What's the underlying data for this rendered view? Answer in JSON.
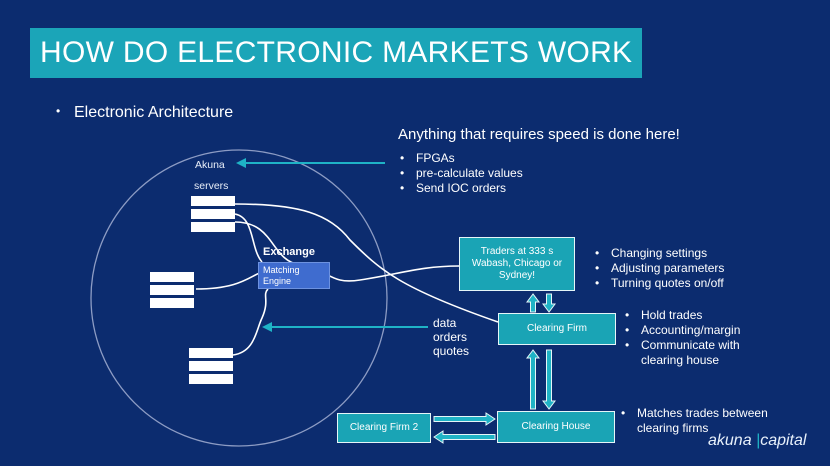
{
  "title": "HOW DO ELECTRONIC MARKETS WORK",
  "main_bullet": "Electronic Architecture",
  "speed_heading": "Anything that requires speed is done here!",
  "speed_bullets": [
    "FPGAs",
    "pre-calculate values",
    "Send IOC orders"
  ],
  "akuna_label": "Akuna",
  "servers_label": "servers",
  "exchange_label": "Exchange",
  "matching_engine": [
    "Matching",
    "Engine"
  ],
  "traders_box": "Traders at 333 s Wabash, Chicago or Sydney!",
  "traders_bullets": [
    "Changing settings",
    "Adjusting parameters",
    "Turning quotes on/off"
  ],
  "clearing_firm": "Clearing Firm",
  "clearing_firm_bullets": [
    "Hold trades",
    "Accounting/margin",
    "Communicate with clearing house"
  ],
  "data_labels": [
    "data",
    "orders",
    "quotes"
  ],
  "clearing_house": "Clearing House",
  "clearing_house_bullets": [
    "Matches trades between clearing firms"
  ],
  "clearing_firm_2": "Clearing Firm 2",
  "logo": {
    "part1": "akuna",
    "part2": "capital"
  },
  "colors": {
    "background": "#0c2c6f",
    "accent": "#1aa4b5",
    "matching": "#3f6ccf",
    "arrow": "#1fb3c6"
  }
}
